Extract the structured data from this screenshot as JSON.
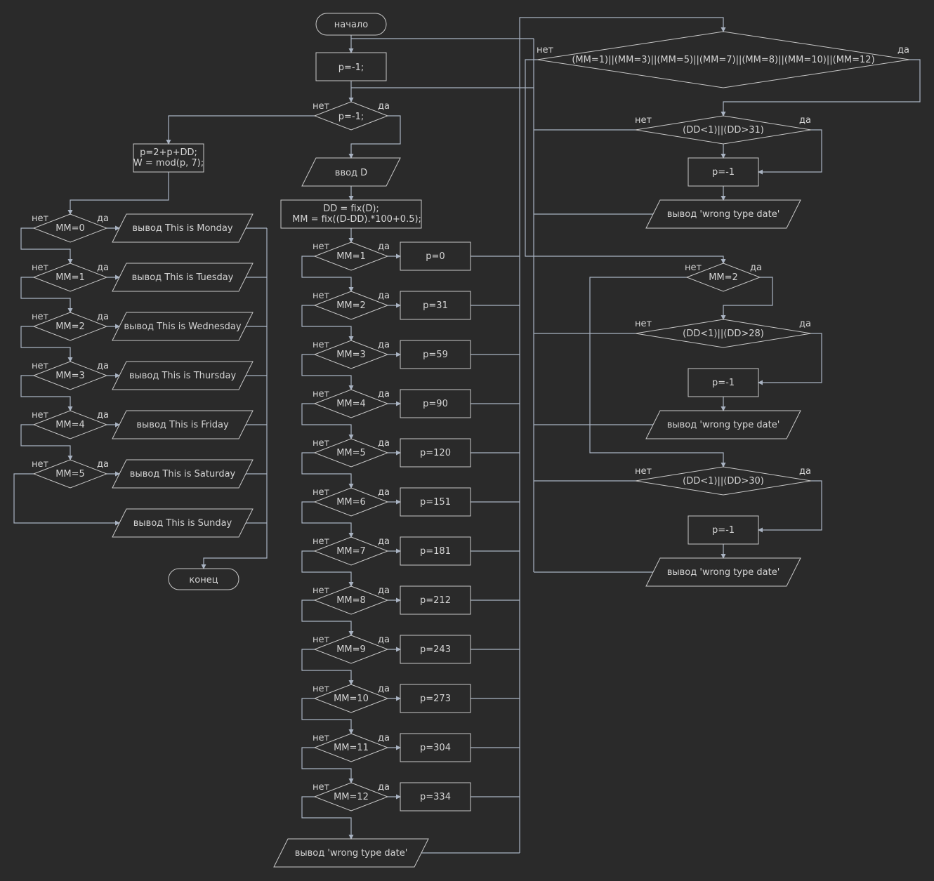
{
  "colors": {
    "background": "#2a2a2a",
    "line": "#a9b3c2",
    "shape": "#c8c8c8",
    "text": "#d4d4d4"
  },
  "labels": {
    "yes": "да",
    "no": "нет"
  },
  "main": {
    "start": "начало",
    "init": "p=-1;",
    "check_p": "p=-1;",
    "input": "ввод D",
    "compute_line1": "DD = fix(D);",
    "compute_line2": "MM = fix((D-DD).*100+0.5);",
    "months": [
      {
        "cond": "MM=1",
        "action": "p=0"
      },
      {
        "cond": "MM=2",
        "action": "p=31"
      },
      {
        "cond": "MM=3",
        "action": "p=59"
      },
      {
        "cond": "MM=4",
        "action": "p=90"
      },
      {
        "cond": "MM=5",
        "action": "p=120"
      },
      {
        "cond": "MM=6",
        "action": "p=151"
      },
      {
        "cond": "MM=7",
        "action": "p=181"
      },
      {
        "cond": "MM=8",
        "action": "p=212"
      },
      {
        "cond": "MM=9",
        "action": "p=243"
      },
      {
        "cond": "MM=10",
        "action": "p=273"
      },
      {
        "cond": "MM=11",
        "action": "p=304"
      },
      {
        "cond": "MM=12",
        "action": "p=334"
      }
    ],
    "wrong_output": "вывод 'wrong type date'"
  },
  "left": {
    "compute_line1": "p=2+p+DD;",
    "compute_line2": "W = mod(p, 7);",
    "days": [
      {
        "cond": "MM=0",
        "output": "вывод This is Monday"
      },
      {
        "cond": "MM=1",
        "output": "вывод This is Tuesday"
      },
      {
        "cond": "MM=2",
        "output": "вывод This is Wednesday"
      },
      {
        "cond": "MM=3",
        "output": "вывод This is Thursday"
      },
      {
        "cond": "MM=4",
        "output": "вывод This is Friday"
      },
      {
        "cond": "MM=5",
        "output": "вывод This is Saturday"
      }
    ],
    "default_output": "вывод This is Sunday",
    "end": "конец"
  },
  "right": {
    "long_months_cond": "(MM=1)||(MM=3)||(MM=5)||(MM=7)||(MM=8)||(MM=10)||(MM=12)",
    "check31": "(DD<1)||(DD>31)",
    "feb_cond": "MM=2",
    "check28": "(DD<1)||(DD>28)",
    "check30": "(DD<1)||(DD>30)",
    "set_p": "p=-1",
    "wrong_output": "вывод 'wrong type date'"
  }
}
